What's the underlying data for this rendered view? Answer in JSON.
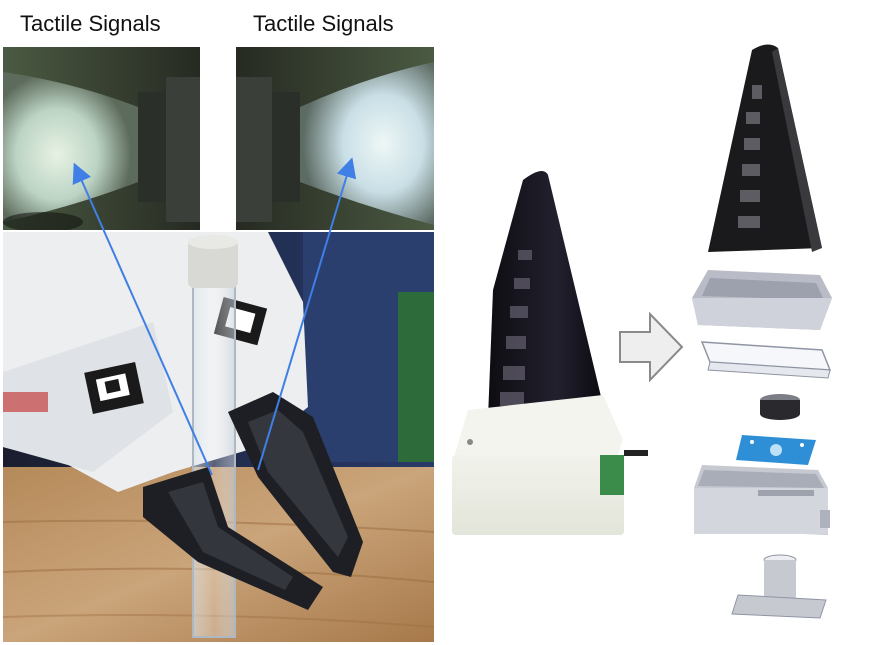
{
  "labels": {
    "left": "Tactile Signals",
    "right": "Tactile Signals"
  },
  "colors": {
    "pointer": "#3f7fe6",
    "sensor_black": "#141418",
    "cad_gray": "#c9cbd3",
    "pcb_blue": "#2f8fd6",
    "arrow_fill": "#eeeeee",
    "arrow_stroke": "#8a8a8a"
  },
  "exploded_parts": [
    "fin-ray-finger",
    "upper-frame",
    "transparent-gel-plate",
    "camera-ring",
    "camera-board",
    "housing",
    "mount-base"
  ]
}
